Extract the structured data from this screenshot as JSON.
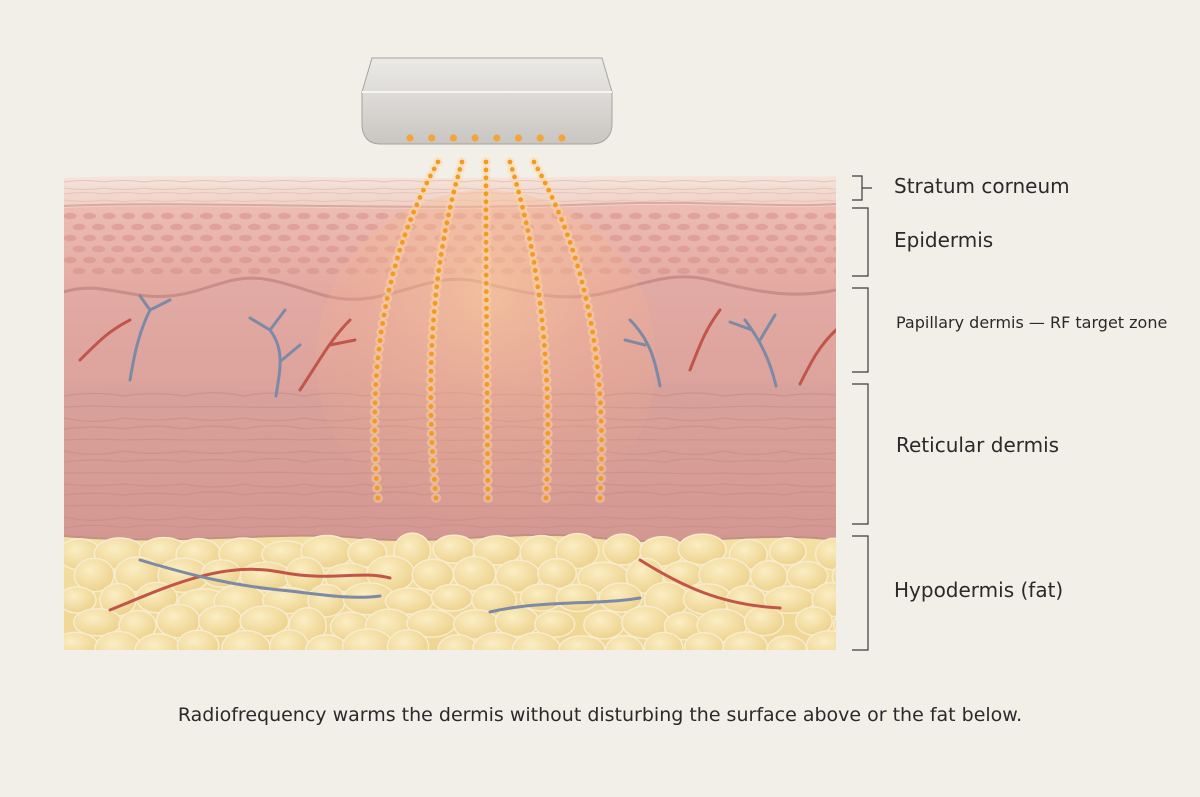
{
  "layers": {
    "stratum_corneum": "Stratum corneum",
    "epidermis": "Epidermis",
    "papillary_dermis": "Papillary dermis — RF target zone",
    "reticular_dermis": "Reticular dermis",
    "hypodermis": "Hypodermis (fat)"
  },
  "caption": "Radiofrequency warms the dermis without disturbing the surface above or the fat below.",
  "colors": {
    "background": "#f2eee8",
    "stratum_corneum": "#f3ddd3",
    "epidermis": "#e8b0a8",
    "papillary_dermis": "#dfa6a1",
    "reticular_dermis": "#d9a19b",
    "hypodermis": "#f2dc9a",
    "rf_dots": "#f6a12a",
    "vein": "#7d8aa6",
    "artery": "#c2554a",
    "device": "#d7d5d2"
  },
  "icons": [
    "rf-applicator-icon",
    "blood-vessel-icon",
    "fat-cell-icon"
  ]
}
